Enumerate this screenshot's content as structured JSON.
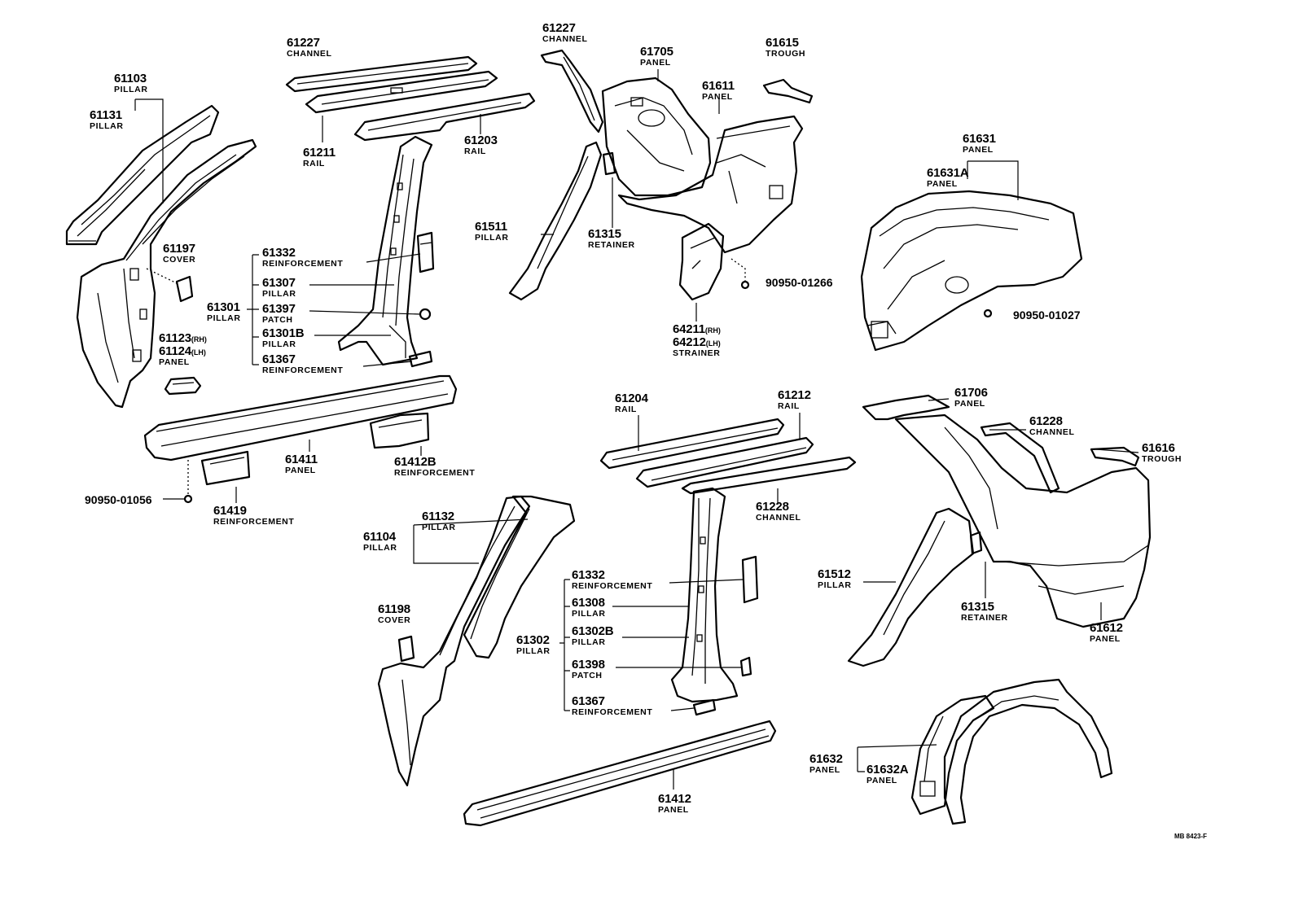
{
  "labels": [
    {
      "id": "61103",
      "number": "61103",
      "name": "PILLAR"
    },
    {
      "id": "61131",
      "number": "61131",
      "name": "PILLAR"
    },
    {
      "id": "61197",
      "number": "61197",
      "name": "COVER"
    },
    {
      "id": "61123",
      "number": "61123",
      "suffix": "(RH)",
      "name": ""
    },
    {
      "id": "61124",
      "number": "61124",
      "suffix": "(LH)",
      "name": "PANEL"
    },
    {
      "id": "61227a",
      "number": "61227",
      "name": "CHANNEL"
    },
    {
      "id": "61211",
      "number": "61211",
      "name": "RAIL"
    },
    {
      "id": "61203",
      "number": "61203",
      "name": "RAIL"
    },
    {
      "id": "61332a",
      "number": "61332",
      "name": "REINFORCEMENT"
    },
    {
      "id": "61307",
      "number": "61307",
      "name": "PILLAR"
    },
    {
      "id": "61301",
      "number": "61301",
      "name": "PILLAR"
    },
    {
      "id": "61397",
      "number": "61397",
      "name": "PATCH"
    },
    {
      "id": "61301B",
      "number": "61301B",
      "name": "PILLAR"
    },
    {
      "id": "61367a",
      "number": "61367",
      "name": "REINFORCEMENT"
    },
    {
      "id": "61227b",
      "number": "61227",
      "name": "CHANNEL"
    },
    {
      "id": "61705",
      "number": "61705",
      "name": "PANEL"
    },
    {
      "id": "61615",
      "number": "61615",
      "name": "TROUGH"
    },
    {
      "id": "61611",
      "number": "61611",
      "name": "PANEL"
    },
    {
      "id": "61511",
      "number": "61511",
      "name": "PILLAR"
    },
    {
      "id": "61315a",
      "number": "61315",
      "name": "RETAINER"
    },
    {
      "id": "64211",
      "number": "64211",
      "suffix": "(RH)",
      "name": ""
    },
    {
      "id": "64212",
      "number": "64212",
      "suffix": "(LH)",
      "name": "STRAINER"
    },
    {
      "id": "61631",
      "number": "61631",
      "name": "PANEL"
    },
    {
      "id": "61631A",
      "number": "61631A",
      "name": "PANEL"
    },
    {
      "id": "61411",
      "number": "61411",
      "name": "PANEL"
    },
    {
      "id": "61412B",
      "number": "61412B",
      "name": "REINFORCEMENT"
    },
    {
      "id": "61419",
      "number": "61419",
      "name": "REINFORCEMENT"
    },
    {
      "id": "61132",
      "number": "61132",
      "name": "PILLAR"
    },
    {
      "id": "61104",
      "number": "61104",
      "name": "PILLAR"
    },
    {
      "id": "61198",
      "number": "61198",
      "name": "COVER"
    },
    {
      "id": "61204",
      "number": "61204",
      "name": "RAIL"
    },
    {
      "id": "61212",
      "number": "61212",
      "name": "RAIL"
    },
    {
      "id": "61228a",
      "number": "61228",
      "name": "CHANNEL"
    },
    {
      "id": "61332b",
      "number": "61332",
      "name": "REINFORCEMENT"
    },
    {
      "id": "61308",
      "number": "61308",
      "name": "PILLAR"
    },
    {
      "id": "61302",
      "number": "61302",
      "name": "PILLAR"
    },
    {
      "id": "61302B",
      "number": "61302B",
      "name": "PILLAR"
    },
    {
      "id": "61398",
      "number": "61398",
      "name": "PATCH"
    },
    {
      "id": "61367b",
      "number": "61367",
      "name": "REINFORCEMENT"
    },
    {
      "id": "61412",
      "number": "61412",
      "name": "PANEL"
    },
    {
      "id": "61706",
      "number": "61706",
      "name": "PANEL"
    },
    {
      "id": "61228b",
      "number": "61228",
      "name": "CHANNEL"
    },
    {
      "id": "61616",
      "number": "61616",
      "name": "TROUGH"
    },
    {
      "id": "61512",
      "number": "61512",
      "name": "PILLAR"
    },
    {
      "id": "61315b",
      "number": "61315",
      "name": "RETAINER"
    },
    {
      "id": "61612",
      "number": "61612",
      "name": "PANEL"
    },
    {
      "id": "61632",
      "number": "61632",
      "name": "PANEL"
    },
    {
      "id": "61632A",
      "number": "61632A",
      "name": "PANEL"
    }
  ],
  "fasteners": {
    "f1": "90950-01266",
    "f2": "90950-01027",
    "f3": "90950-01056"
  },
  "reference": "MB 8423-F"
}
